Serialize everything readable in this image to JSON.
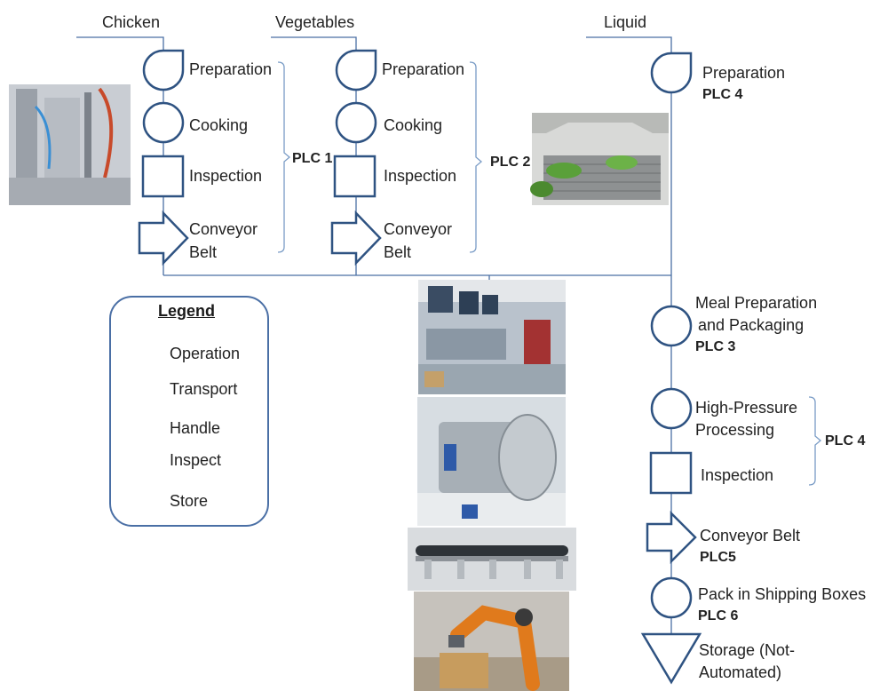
{
  "colors": {
    "symbol_stroke": "#2f5382",
    "line": "#4a6fa5",
    "bracket": "#7a9cc6"
  },
  "streams": {
    "chicken": {
      "label": "Chicken",
      "steps": {
        "preparation": "Preparation",
        "cooking": "Cooking",
        "inspection": "Inspection",
        "conveyor_line1": "Conveyor",
        "conveyor_line2": "Belt"
      },
      "plc": "PLC 1"
    },
    "vegetables": {
      "label": "Vegetables",
      "steps": {
        "preparation": "Preparation",
        "cooking": "Cooking",
        "inspection": "Inspection",
        "conveyor_line1": "Conveyor",
        "conveyor_line2": "Belt"
      },
      "plc": "PLC 2"
    },
    "liquid": {
      "label": "Liquid",
      "steps": {
        "preparation": "Preparation"
      },
      "plc": "PLC 4"
    }
  },
  "main_line": {
    "meal_prep_line1": "Meal Preparation",
    "meal_prep_line2": "and Packaging",
    "meal_prep_plc": "PLC 3",
    "hpp_line1": "High-Pressure",
    "hpp_line2": "Processing",
    "inspection": "Inspection",
    "hpp_group_plc": "PLC 4",
    "conveyor": "Conveyor Belt",
    "conveyor_plc": "PLC5",
    "pack": "Pack in Shipping Boxes",
    "pack_plc": "PLC 6",
    "storage_line1": "Storage (Not-",
    "storage_line2": "Automated)"
  },
  "legend": {
    "title": "Legend",
    "items": {
      "operation": "Operation",
      "transport": "Transport",
      "handle": "Handle",
      "inspect": "Inspect",
      "store": "Store"
    }
  }
}
